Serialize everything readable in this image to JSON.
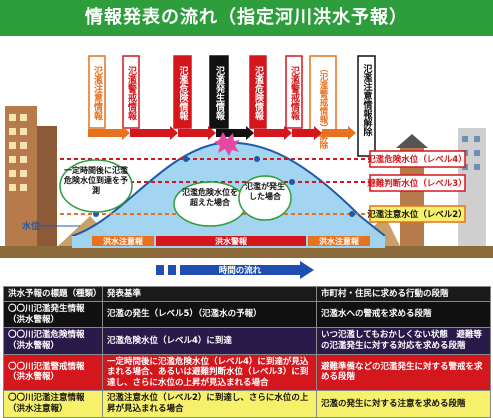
{
  "title": "情報発表の流れ（指定河川洪水予報）",
  "top_boxes": [
    "氾濫注意情報",
    "氾濫警戒情報",
    "氾濫危険情報",
    "氾濫発生情報",
    "氾濫危険情報",
    "氾濫警戒情報",
    "（氾濫警戒情報）解除",
    "氾濫注意情報解除"
  ],
  "callouts": {
    "left": "一定時間後に氾濫危険水位到達を予測",
    "mid": "氾濫危険水位を超えた場合",
    "right": "氾濫が発生した場合"
  },
  "levels": {
    "l4": "氾濫危険水位（レベル4）",
    "l3": "避難判断水位（レベル3）",
    "l2": "氾濫注意水位（レベル2）"
  },
  "water_label": "水位",
  "stage_bars": {
    "left": "洪水注意報",
    "mid": "洪水警報",
    "right": "洪水注意報"
  },
  "time_label": "時間の流れ",
  "table": {
    "headers": [
      "洪水予報の標題（種類）",
      "発表基準",
      "市町村・住民に求める行動の段階"
    ],
    "rows": [
      {
        "title": "〇〇川氾濫発生情報（洪水警報）",
        "criteria": "氾濫の発生（レベル5）（氾濫水の予報）",
        "action": "氾濫水への警戒を求める段階"
      },
      {
        "title": "〇〇川氾濫危険情報（洪水警報）",
        "criteria": "氾濫危険水位（レベル4）に到達",
        "action": "いつ氾濫してもおかしくない状態　避難等の氾濫発生に対する対応を求める段階"
      },
      {
        "title": "〇〇川氾濫警戒情報（洪水警報）",
        "criteria": "一定時間後に氾濫危険水位（レベル4）に到達が見込まれる場合、あるいは避難判断水位（レベル3）に到達し、さらに水位の上昇が見込まれる場合",
        "action": "避難準備などの氾濫発生に対する警戒を求める段階"
      },
      {
        "title": "〇〇川氾濫注意情報（洪水注意報）",
        "criteria": "氾濫注意水位（レベル2）に到達し、さらに水位の上昇が見込まれる場合",
        "action": "氾濫の発生に対する注意を求める段階"
      }
    ]
  },
  "colors": {
    "green": "#2e9d3c",
    "red": "#d4171d",
    "black": "#111111",
    "yellow": "#f7f06a",
    "purple": "#2a1a4a",
    "water": "#9fd3ef",
    "orange": "#e6711f"
  }
}
